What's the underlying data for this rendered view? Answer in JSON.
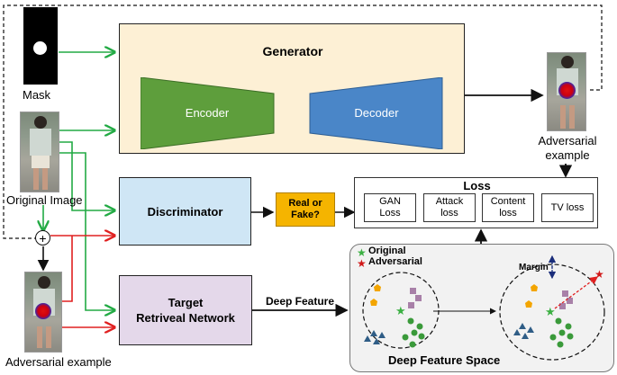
{
  "inputs": {
    "mask_label": "Mask",
    "original_label": "Original Image",
    "adversarial_bottom_label": "Adversarial example",
    "adversarial_top_label_line1": "Adversarial",
    "adversarial_top_label_line2": "example"
  },
  "generator": {
    "title": "Generator",
    "encoder_label": "Encoder",
    "decoder_label": "Decoder"
  },
  "discriminator": {
    "label": "Discriminator"
  },
  "real_or_fake": {
    "line1": "Real or",
    "line2": "Fake?"
  },
  "target_network": {
    "line1": "Target",
    "line2": "Retriveal Network"
  },
  "deep_feature_label": "Deep Feature",
  "loss": {
    "title": "Loss",
    "items": [
      {
        "line1": "GAN",
        "line2": "Loss"
      },
      {
        "line1": "Attack",
        "line2": "loss"
      },
      {
        "line1": "Content",
        "line2": "loss"
      },
      {
        "line1": "TV loss",
        "line2": ""
      }
    ]
  },
  "feature_space": {
    "title": "Deep Feature Space",
    "legend_original": "Original",
    "legend_adversarial": "Adversarial",
    "margin_label": "Margin"
  },
  "colors": {
    "generator_bg": "#fdf0d5",
    "encoder": "#5e9e3c",
    "decoder": "#4a86c8",
    "discriminator_bg": "#cfe6f5",
    "target_bg": "#e4d8ea",
    "real_fake_bg": "#f5b400",
    "green_arrow": "#22aa44",
    "red_arrow": "#e02020"
  }
}
